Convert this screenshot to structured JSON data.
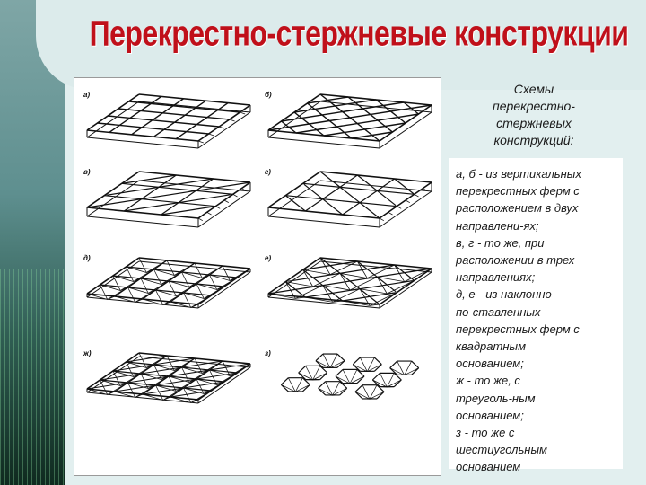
{
  "slide": {
    "title": "Перекрестно-стержневые конструкции"
  },
  "diagram": {
    "labels": {
      "a": "а)",
      "b": "б)",
      "v": "в)",
      "g": "г)",
      "d": "д)",
      "e": "е)",
      "zh": "ж)",
      "z": "з)"
    }
  },
  "caption": {
    "heading_lines": [
      "Схемы",
      "перекрестно-",
      "стержневых",
      "конструкций:"
    ],
    "body_lines": [
      "а, б - из вертикальных",
      "перекрестных ферм с",
      "расположением в двух",
      "направлени-ях;",
      "в, г - то же, при",
      "расположении в трех",
      "направлениях;",
      "д, е - из наклонно",
      "по-ставленных",
      "перекрестных ферм с",
      "квадратным",
      "основанием;",
      "ж - то же, с",
      "треуголь-ным",
      "основанием;",
      "з - то же с",
      "шестиугольным",
      "основанием"
    ]
  },
  "colors": {
    "title": "#c0101a",
    "background": "#e2efef"
  }
}
